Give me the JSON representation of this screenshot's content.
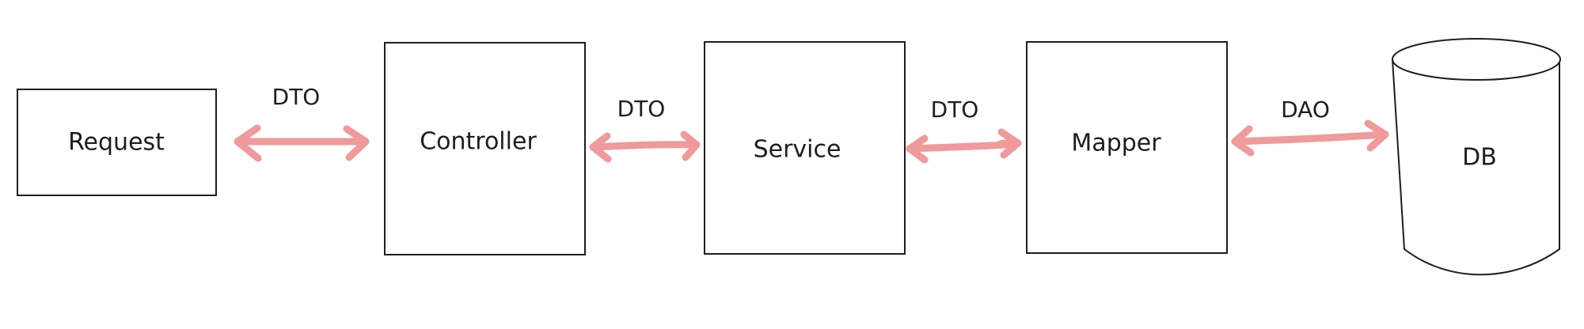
{
  "colors": {
    "arrow": "#f09a9b",
    "stroke": "#1e1e1e",
    "background": "#ffffff"
  },
  "nodes": [
    {
      "id": "request",
      "label": "Request"
    },
    {
      "id": "controller",
      "label": "Controller"
    },
    {
      "id": "service",
      "label": "Service"
    },
    {
      "id": "mapper",
      "label": "Mapper"
    },
    {
      "id": "db",
      "label": "DB"
    }
  ],
  "edges": [
    {
      "from": "request",
      "to": "controller",
      "label": "DTO",
      "direction": "bidirectional"
    },
    {
      "from": "controller",
      "to": "service",
      "label": "DTO",
      "direction": "bidirectional"
    },
    {
      "from": "service",
      "to": "mapper",
      "label": "DTO",
      "direction": "bidirectional"
    },
    {
      "from": "mapper",
      "to": "db",
      "label": "DAO",
      "direction": "bidirectional"
    }
  ]
}
